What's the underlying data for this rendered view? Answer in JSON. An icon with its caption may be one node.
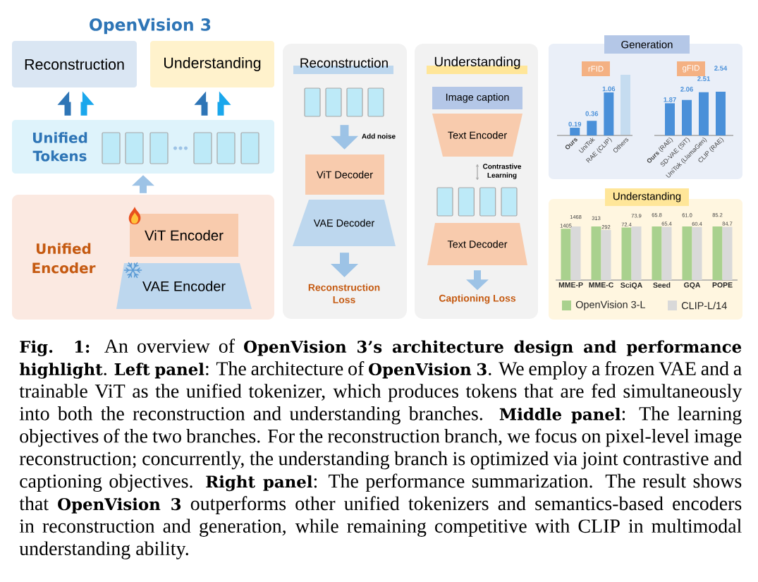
{
  "diagram": {
    "title": "OpenVision 3",
    "caption": "**Fig. 1:** An overview of **OpenVision 3’s architecture design and performance highlight**. **Left panel**: The architecture of **OpenVision 3**. We employ a frozen VAE and a trainable ViT as the unified tokenizer, which produces tokens that are fed simultaneously into both the reconstruction and understanding branches. **Middle panel**: The learning objectives of the two branches. For the reconstruction branch, we focus on pixel-level image reconstruction; concurrently, the understanding branch is optimized via joint contrastive and captioning objectives. **Right panel**: The performance summarization. The result shows that **OpenVision 3** outperforms other unified tokenizers and semantics-based encoders in reconstruction and generation, while remaining competitive with CLIP in multimodal understanding ability.",
    "nodes": [
      {
        "text": [
          "Reconstruction"
        ]
      },
      {
        "text": [
          "Understanding"
        ]
      },
      {
        "text": [
          "Unified Tokens"
        ]
      },
      {
        "text": [
          "Unified Encoder"
        ]
      },
      {
        "text": [
          "ViT Encoder"
        ],
        "in": 3
      },
      {
        "text": [
          "VAE Encoder"
        ],
        "in": 3
      },
      {
        "text": [
          "Reconstruction"
        ]
      },
      {
        "text": [],
        "shape": "box",
        "in": 6
      },
      {
        "text": [
          "ViT Decoder"
        ],
        "in": 6
      },
      {
        "text": [
          "VAE Decoder"
        ],
        "in": 6
      },
      {
        "text": [
          "Reconstruction Loss"
        ],
        "in": 6
      },
      {
        "text": [
          "Understanding"
        ]
      },
      {
        "text": [
          "Image caption"
        ],
        "in": 11
      },
      {
        "text": [
          "Text Encoder"
        ],
        "in": 11
      },
      {
        "text": [],
        "shape": "box",
        "in": 11
      },
      {
        "text": [
          "Text Decoder"
        ],
        "in": 11
      },
      {
        "text": [
          "Captioning Loss"
        ],
        "in": 11
      },
      {
        "text": [
          "Generation"
        ]
      },
      {
        "text": [],
        "shape": "bar",
        "in": 17
      },
      {
        "text": [
          "Understanding"
        ]
      }
    ],
    "edges": [
      {
        "from": 2,
        "to": 0,
        "arrow": "to",
        "color": "#2e75b6"
      },
      {
        "from": 2,
        "to": 0,
        "arrow": "to",
        "color": "#1aa7ec"
      },
      {
        "from": 2,
        "to": 1,
        "arrow": "to",
        "color": "#2e75b6"
      },
      {
        "from": 2,
        "to": 1,
        "arrow": "to",
        "color": "#1aa7ec"
      },
      {
        "from": 3,
        "to": 2,
        "arrow": "to"
      },
      {
        "from": 7,
        "to": 8,
        "arrow": "to",
        "label": "Add noise"
      },
      {
        "from": 9,
        "to": 10,
        "arrow": "to"
      },
      {
        "from": 13,
        "to": 14,
        "arrow": "both",
        "label": "Contrastive Learning",
        "color": "#a6a6a6"
      },
      {
        "from": 15,
        "to": 16,
        "arrow": "to"
      }
    ],
    "chart_data": [
      {
        "type": "bar",
        "title": "rFID",
        "categories": [
          "Ours",
          "UniTok",
          "RAE (CLIP)",
          "Others"
        ],
        "series": [
          {
            "color": "#4a90d9",
            "values": [
              0.19,
              0.36,
              1.06,
              null
            ]
          }
        ],
        "data_labels": true
      },
      {
        "type": "bar",
        "title": "gFID",
        "categories": [
          "**Ours** (RAE)",
          "SD-VAE (SiT)",
          "UniTok (LlamaGen)",
          "CLIP (RAE)"
        ],
        "series": [
          {
            "color": "#4a90d9",
            "values": [
              1.87,
              2.06,
              2.51,
              2.54
            ]
          }
        ],
        "data_labels": true
      },
      {
        "type": "bar",
        "categories": [
          "MME-P"
        ],
        "series": [
          {
            "name": "OpenVision 3-L",
            "color": "#a9d18e",
            "values": [
              1405
            ]
          },
          {
            "name": "CLIP-L/14",
            "color": "#d9d9d9",
            "values": [
              1468
            ]
          }
        ],
        "data_labels": true,
        "legend": "bottom"
      },
      {
        "type": "bar",
        "categories": [
          "MME-C"
        ],
        "series": [
          {
            "color": "#a9d18e",
            "values": [
              313
            ]
          },
          {
            "color": "#d9d9d9",
            "values": [
              292
            ]
          }
        ],
        "data_labels": true
      },
      {
        "type": "bar",
        "categories": [
          "SciQA"
        ],
        "series": [
          {
            "color": "#a9d18e",
            "values": [
              72.4
            ]
          },
          {
            "color": "#d9d9d9",
            "values": [
              73.9
            ]
          }
        ],
        "data_labels": true
      },
      {
        "type": "bar",
        "categories": [
          "Seed"
        ],
        "series": [
          {
            "color": "#a9d18e",
            "values": [
              65.8
            ]
          },
          {
            "color": "#d9d9d9",
            "values": [
              65.4
            ]
          }
        ],
        "data_labels": true
      },
      {
        "type": "bar",
        "categories": [
          "GQA"
        ],
        "series": [
          {
            "color": "#a9d18e",
            "values": [
              61.0
            ],
            "value_labels": [
              "61.0"
            ]
          },
          {
            "color": "#d9d9d9",
            "values": [
              60.4
            ]
          }
        ],
        "data_labels": true
      },
      {
        "type": "bar",
        "categories": [
          "POPE"
        ],
        "series": [
          {
            "color": "#a9d18e",
            "values": [
              85.2
            ]
          },
          {
            "color": "#d9d9d9",
            "values": [
              84.7
            ]
          }
        ],
        "data_labels": true
      }
    ]
  }
}
